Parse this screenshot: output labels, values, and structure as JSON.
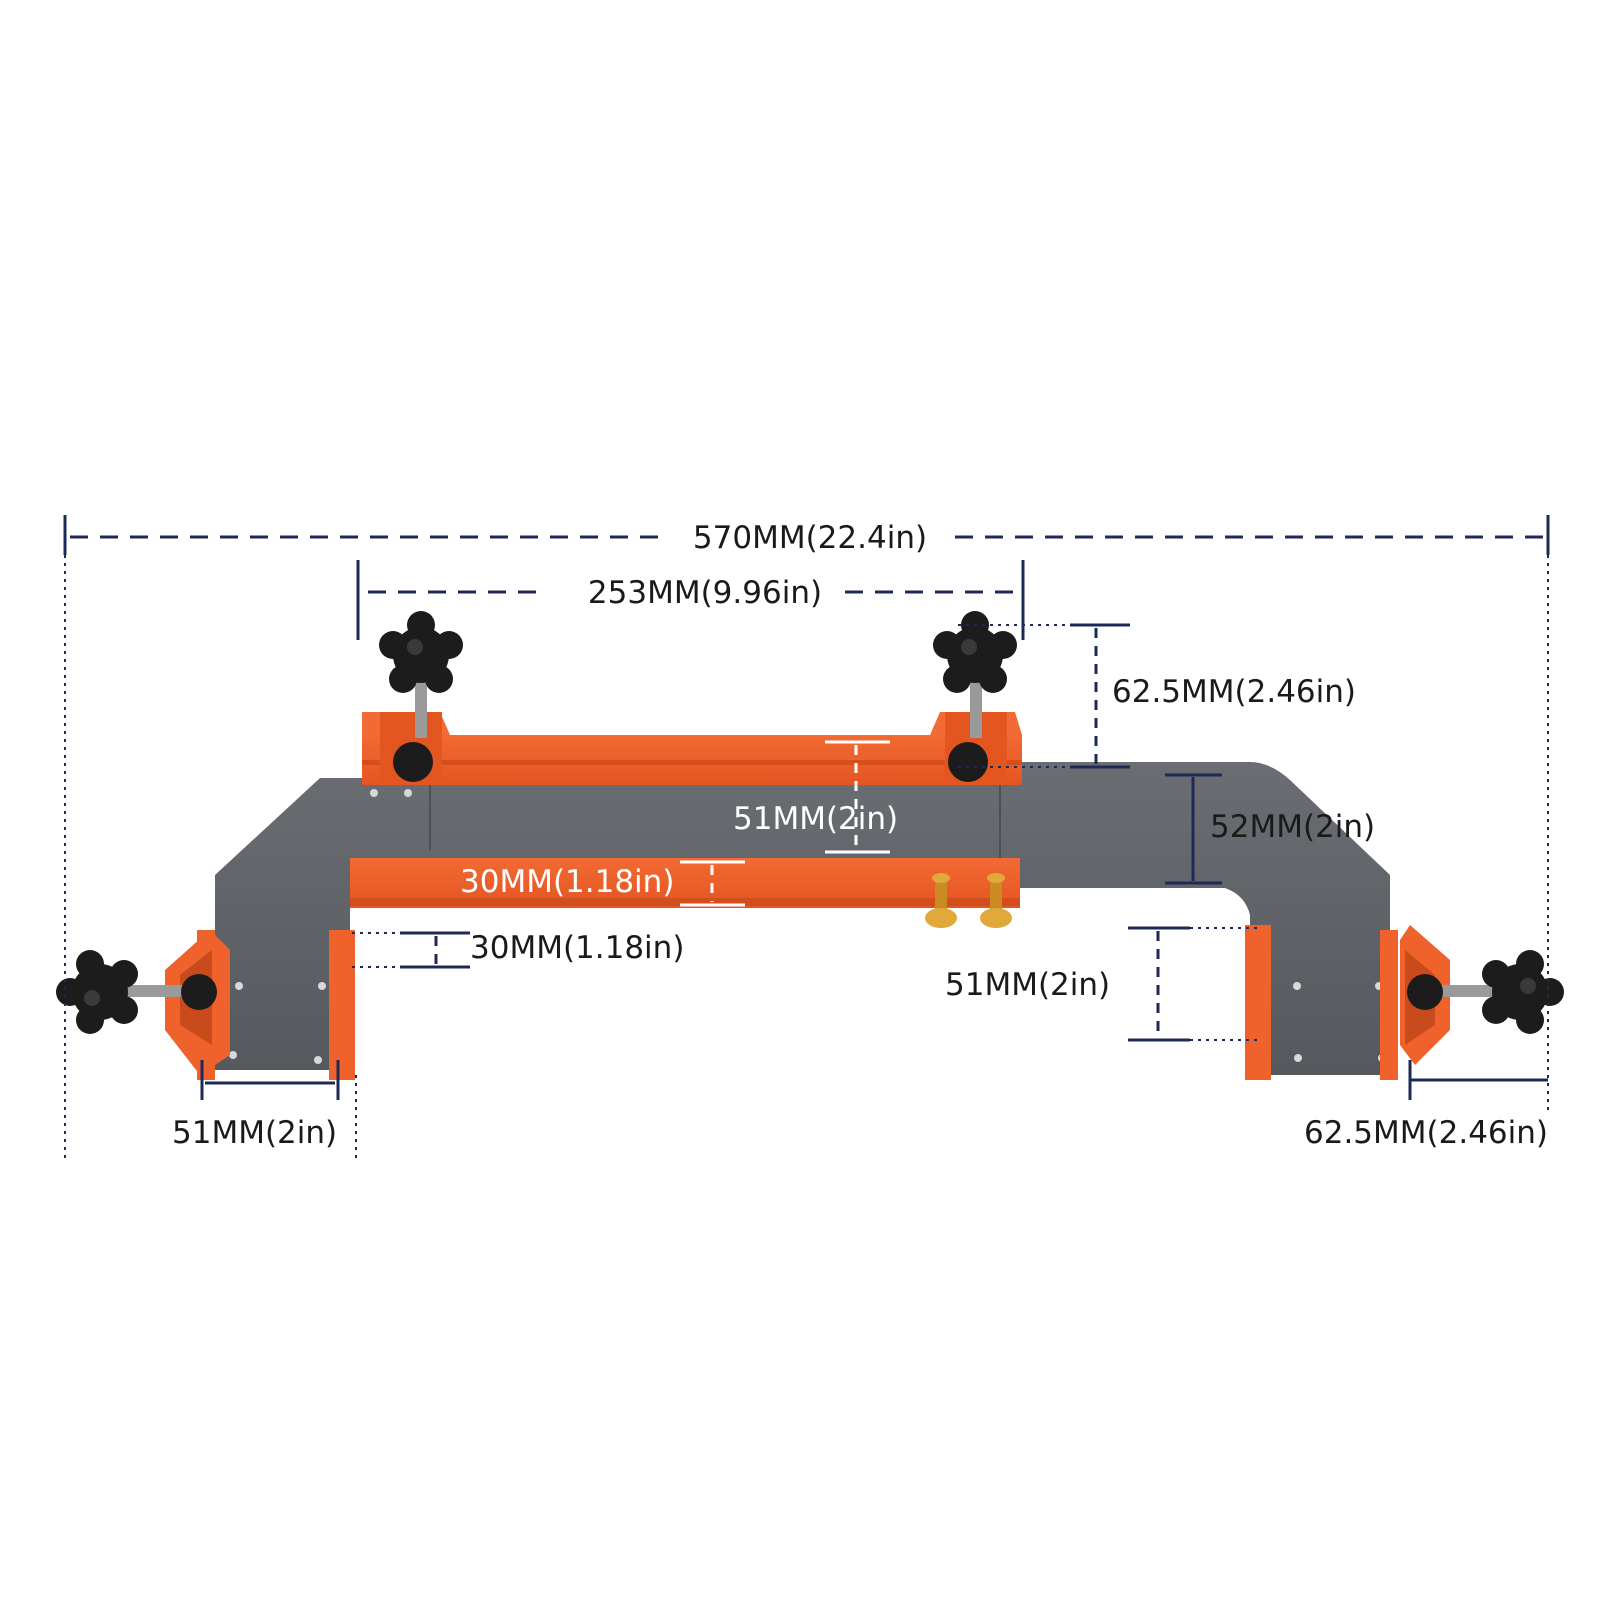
{
  "colors": {
    "body_gray": "#5f6368",
    "accent_orange": "#f0622b",
    "orange_dark": "#c94a1a",
    "knob_black": "#1c1c1c",
    "brass": "#d9a032",
    "dimension_line": "#1e2a55"
  },
  "dimensions": {
    "overall_width": "570MM(22.4in)",
    "top_rail_width": "253MM(9.96in)",
    "top_knob_height": "62.5MM(2.46in)",
    "center_gap": "51MM(2in)",
    "right_arm_height": "52MM(2in)",
    "lower_rail_height": "30MM(1.18in)",
    "left_lip_height": "30MM(1.18in)",
    "right_jaw_depth": "51MM(2in)",
    "left_jaw_width": "51MM(2in)",
    "right_knob_width": "62.5MM(2.46in)"
  },
  "icons": [
    "star-knob-icon",
    "brass-stop-pin-icon"
  ]
}
